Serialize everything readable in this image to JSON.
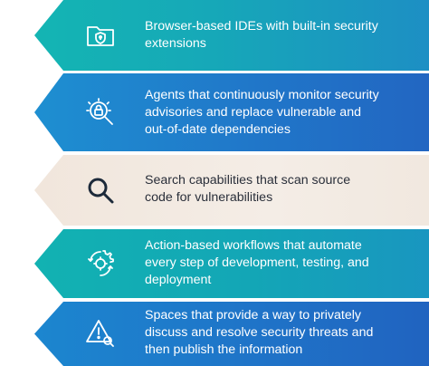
{
  "items": [
    {
      "icon": "secure-folder-icon",
      "lines": [
        "Browser-based IDEs with built-in security",
        "extensions"
      ]
    },
    {
      "icon": "magnifier-lock-icon",
      "lines": [
        "Agents that continuously monitor security",
        "advisories and replace vulnerable and",
        "out-of-date dependencies"
      ]
    },
    {
      "icon": "search-icon",
      "lines": [
        "Search capabilities that scan source",
        "code for vulnerabilities"
      ]
    },
    {
      "icon": "gear-refresh-icon",
      "lines": [
        "Action-based workflows that automate",
        "every step of development, testing, and",
        "deployment"
      ]
    },
    {
      "icon": "warning-search-icon",
      "lines": [
        "Spaces that provide a way to privately",
        "discuss and resolve security threats and",
        "then publish the information"
      ]
    }
  ],
  "colors": {
    "teal": "#14b5b3",
    "blue": "#2077c9",
    "cream": "#f4ede6",
    "text_light": "#ffffff",
    "text_dark": "#2a2f3a",
    "icon_dark": "#1d2a3a"
  }
}
